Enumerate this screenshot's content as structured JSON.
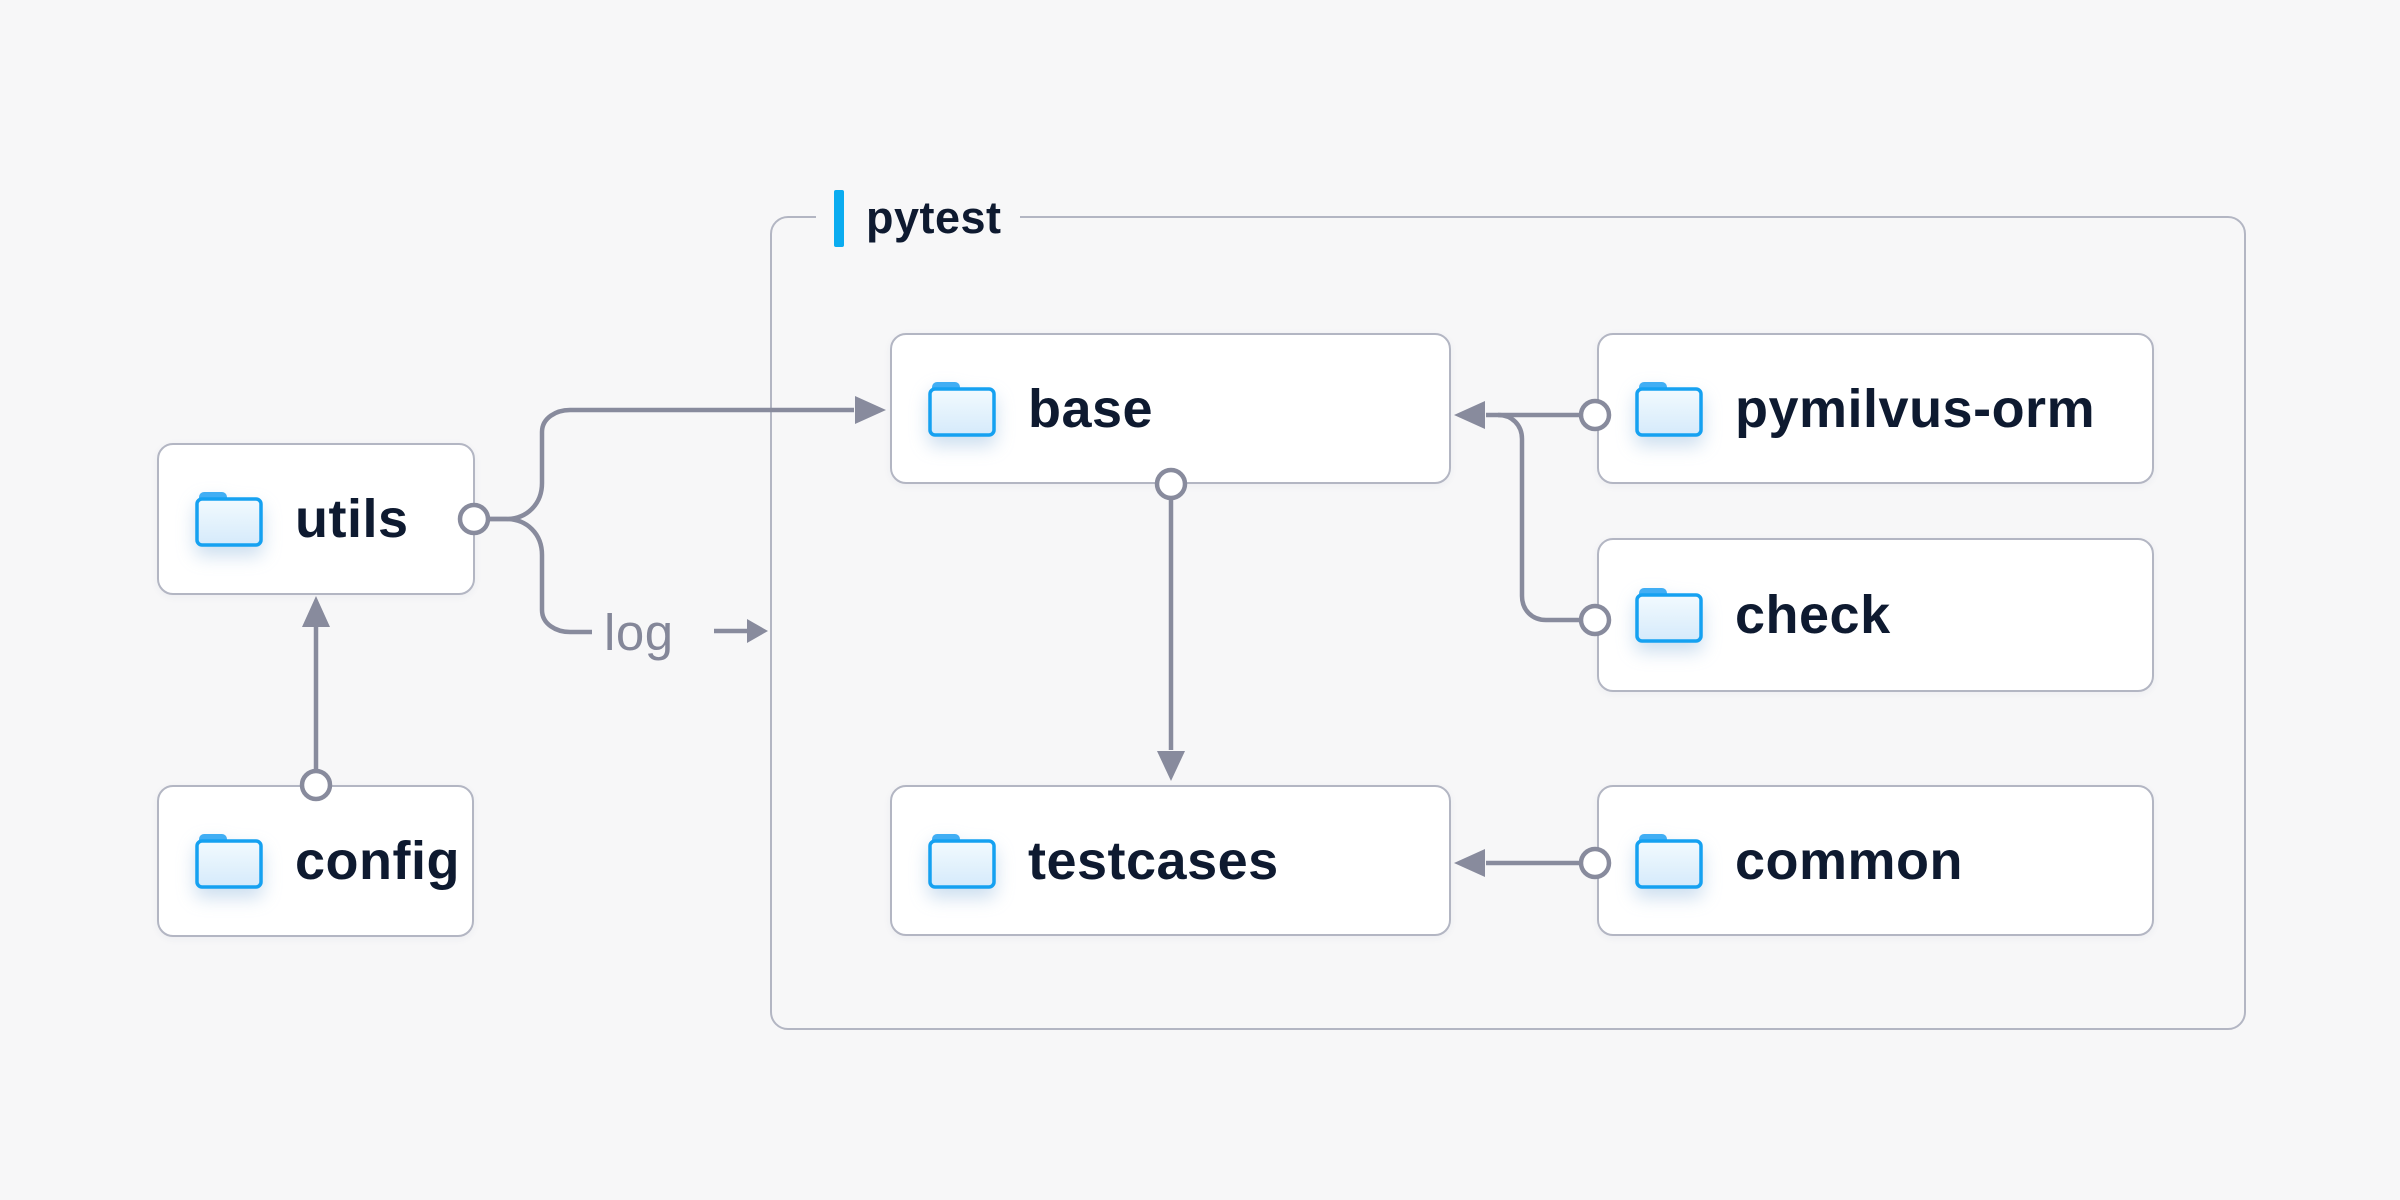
{
  "group": {
    "label": "pytest"
  },
  "nodes": {
    "utils": {
      "label": "utils"
    },
    "config": {
      "label": "config"
    },
    "base": {
      "label": "base"
    },
    "pymilvus_orm": {
      "label": "pymilvus-orm"
    },
    "check": {
      "label": "check"
    },
    "testcases": {
      "label": "testcases"
    },
    "common": {
      "label": "common"
    }
  },
  "edges": {
    "log": {
      "label": "log"
    },
    "connections": [
      {
        "from": "config",
        "to": "utils"
      },
      {
        "from": "utils",
        "to": "base"
      },
      {
        "from": "utils",
        "to": "log (pytest group)"
      },
      {
        "from": "pymilvus-orm",
        "to": "base"
      },
      {
        "from": "check",
        "to": "base"
      },
      {
        "from": "base",
        "to": "testcases"
      },
      {
        "from": "common",
        "to": "testcases"
      }
    ]
  },
  "icons": {
    "node_icon": "folder-icon"
  },
  "colors": {
    "bg": "#f7f7f8",
    "wire": "#888b9d",
    "border": "#b3b6c3",
    "ink": "#0e1a30",
    "muted": "#848799",
    "accent": "#0bacf0",
    "node-bg": "#ffffff",
    "folder-stroke": "#15a1f1",
    "folder-tab": "#41aef4",
    "folder-fill-top": "#f2fafe",
    "folder-fill-bottom": "#d5eafb"
  }
}
